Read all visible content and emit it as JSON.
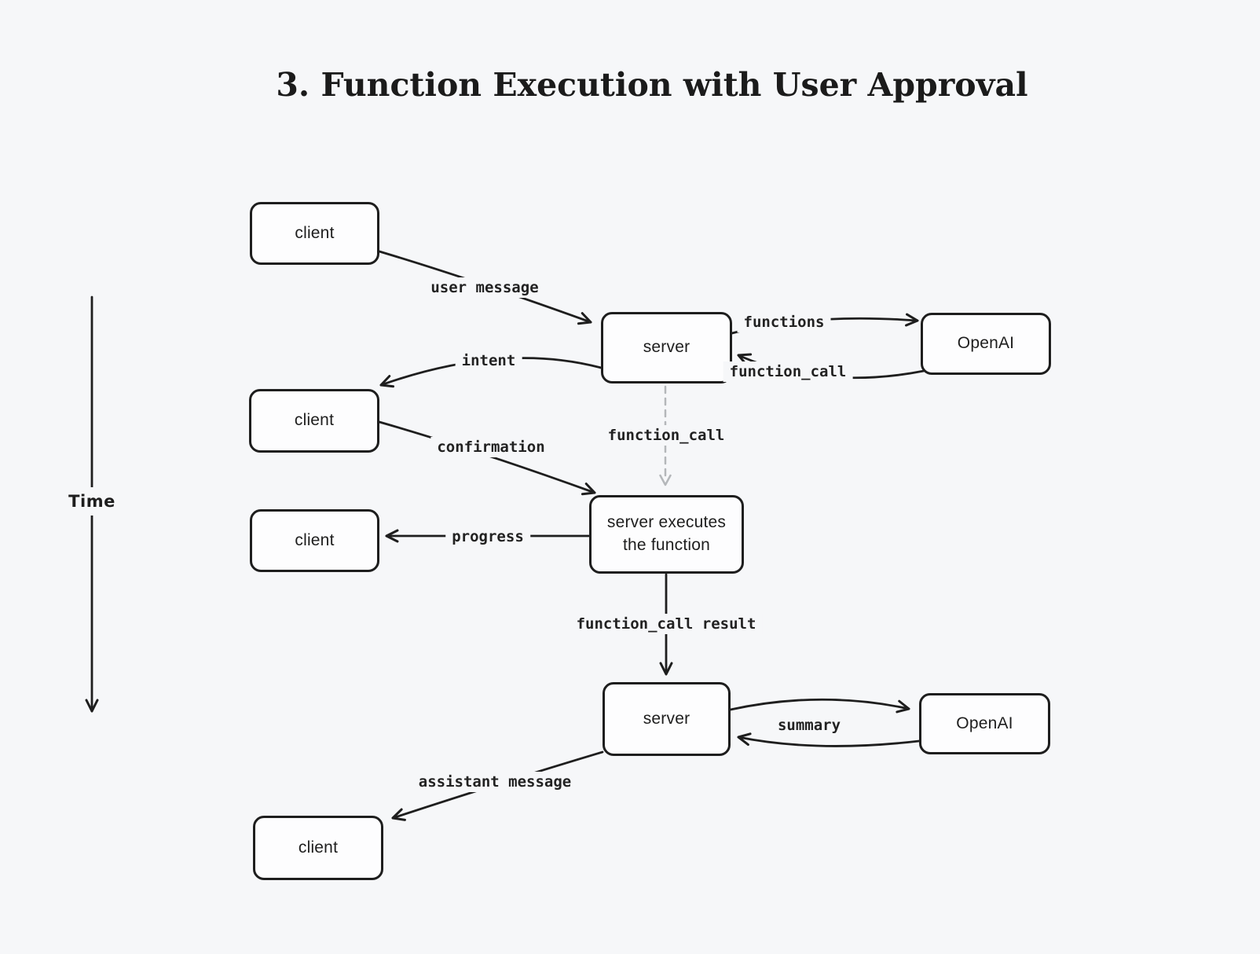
{
  "title": "3. Function Execution with User Approval",
  "time_axis": {
    "label": "Time",
    "direction": "down"
  },
  "colors": {
    "background": "#f6f7f9",
    "ink": "#1e1e1e",
    "node_fill": "#fdfdfe",
    "dashed_arrow": "#b4b7ba"
  },
  "diagram": {
    "nodes": [
      {
        "id": "client-1",
        "label": "client"
      },
      {
        "id": "server-1",
        "label": "server"
      },
      {
        "id": "openai-1",
        "label": "OpenAI"
      },
      {
        "id": "client-2",
        "label": "client"
      },
      {
        "id": "server-exec",
        "label": "server executes\nthe function"
      },
      {
        "id": "client-3",
        "label": "client"
      },
      {
        "id": "server-2",
        "label": "server"
      },
      {
        "id": "openai-2",
        "label": "OpenAI"
      },
      {
        "id": "client-4",
        "label": "client"
      }
    ],
    "edges": {
      "user_message": {
        "label": "user message",
        "from": "client-1",
        "to": "server-1",
        "style": "solid"
      },
      "functions": {
        "label": "functions",
        "from": "server-1",
        "to": "openai-1",
        "style": "solid"
      },
      "function_call_reply": {
        "label": "function_call",
        "from": "openai-1",
        "to": "server-1",
        "style": "solid"
      },
      "intent": {
        "label": "intent",
        "from": "server-1",
        "to": "client-2",
        "style": "solid"
      },
      "confirmation": {
        "label": "confirmation",
        "from": "client-2",
        "to": "server-exec",
        "style": "solid"
      },
      "function_call_forward": {
        "label": "function_call",
        "from": "server-1",
        "to": "server-exec",
        "style": "dashed"
      },
      "progress": {
        "label": "progress",
        "from": "server-exec",
        "to": "client-3",
        "style": "solid"
      },
      "function_call_result": {
        "label": "function_call result",
        "from": "server-exec",
        "to": "server-2",
        "style": "solid"
      },
      "summary": {
        "label": "summary",
        "from": "server-2",
        "to": "openai-2",
        "style": "solid",
        "bidirectional": true
      },
      "assistant_message": {
        "label": "assistant message",
        "from": "server-2",
        "to": "client-4",
        "style": "solid"
      }
    }
  }
}
